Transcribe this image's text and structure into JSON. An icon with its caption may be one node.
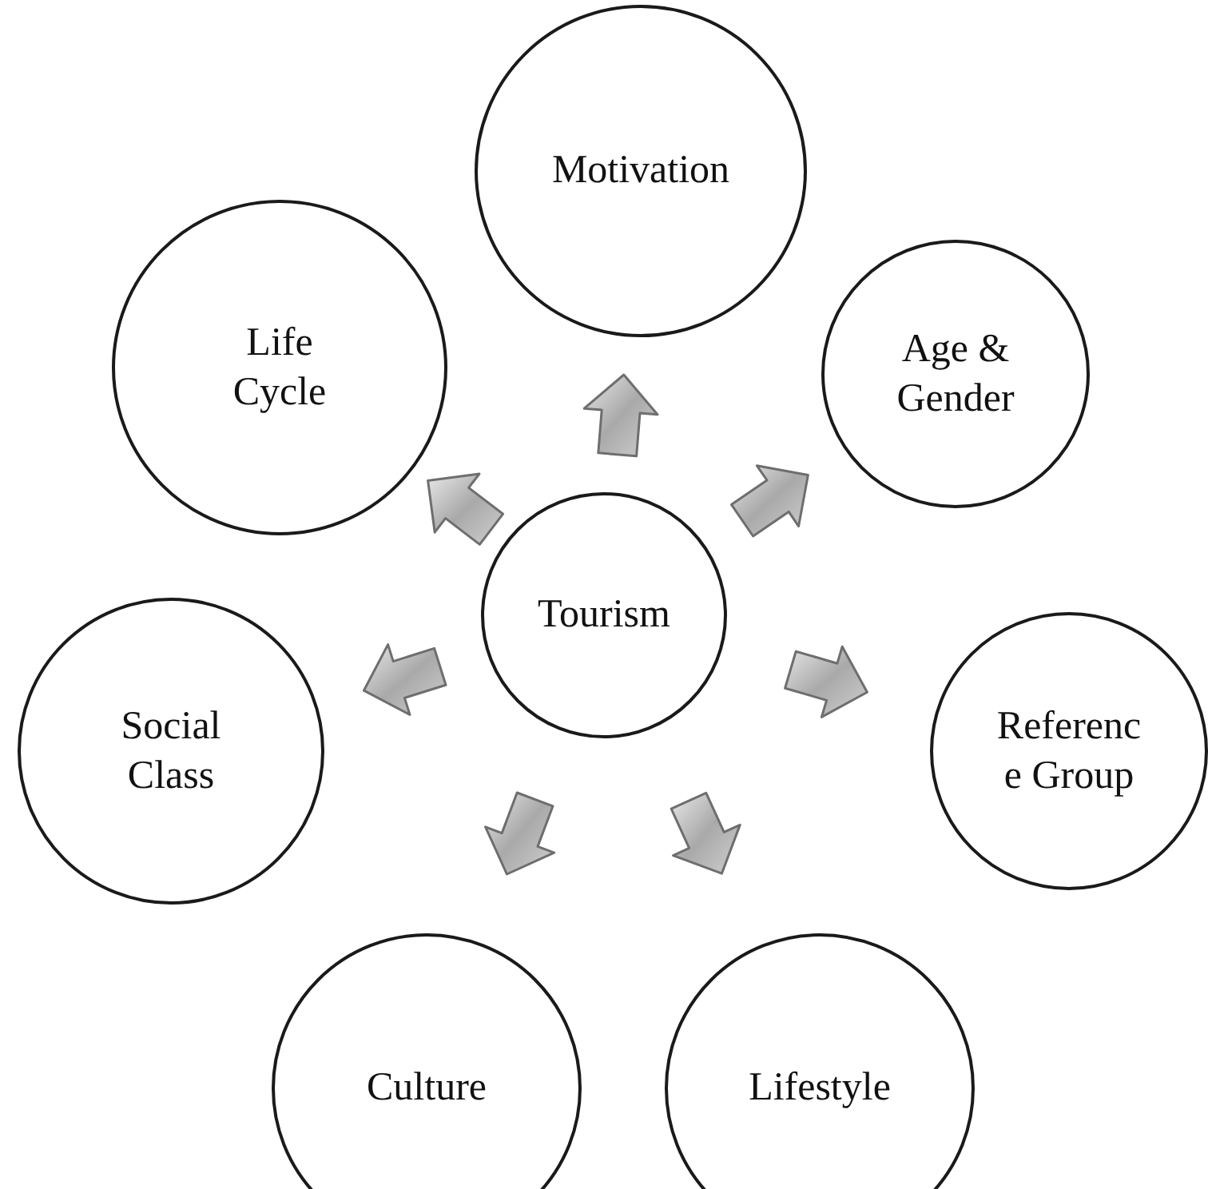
{
  "diagram": {
    "nodes": [
      {
        "text": [
          "Motivation"
        ]
      },
      {
        "text": [
          "Life Cycle"
        ]
      },
      {
        "text": [
          "Age & Gender"
        ]
      },
      {
        "text": [
          "Tourism"
        ]
      },
      {
        "text": [
          "Social Class"
        ]
      },
      {
        "text": [
          "Referenc e Group"
        ]
      },
      {
        "text": [
          "Culture"
        ]
      },
      {
        "text": [
          "Lifestyle"
        ]
      }
    ],
    "edges": [
      {
        "from": 3,
        "to": 0,
        "arrow": "to"
      },
      {
        "from": 3,
        "to": 2,
        "arrow": "to"
      },
      {
        "from": 3,
        "to": 5,
        "arrow": "to"
      },
      {
        "from": 3,
        "to": 7,
        "arrow": "to"
      },
      {
        "from": 3,
        "to": 6,
        "arrow": "to"
      },
      {
        "from": 3,
        "to": 4,
        "arrow": "to"
      },
      {
        "from": 3,
        "to": 1,
        "arrow": "to"
      }
    ]
  }
}
